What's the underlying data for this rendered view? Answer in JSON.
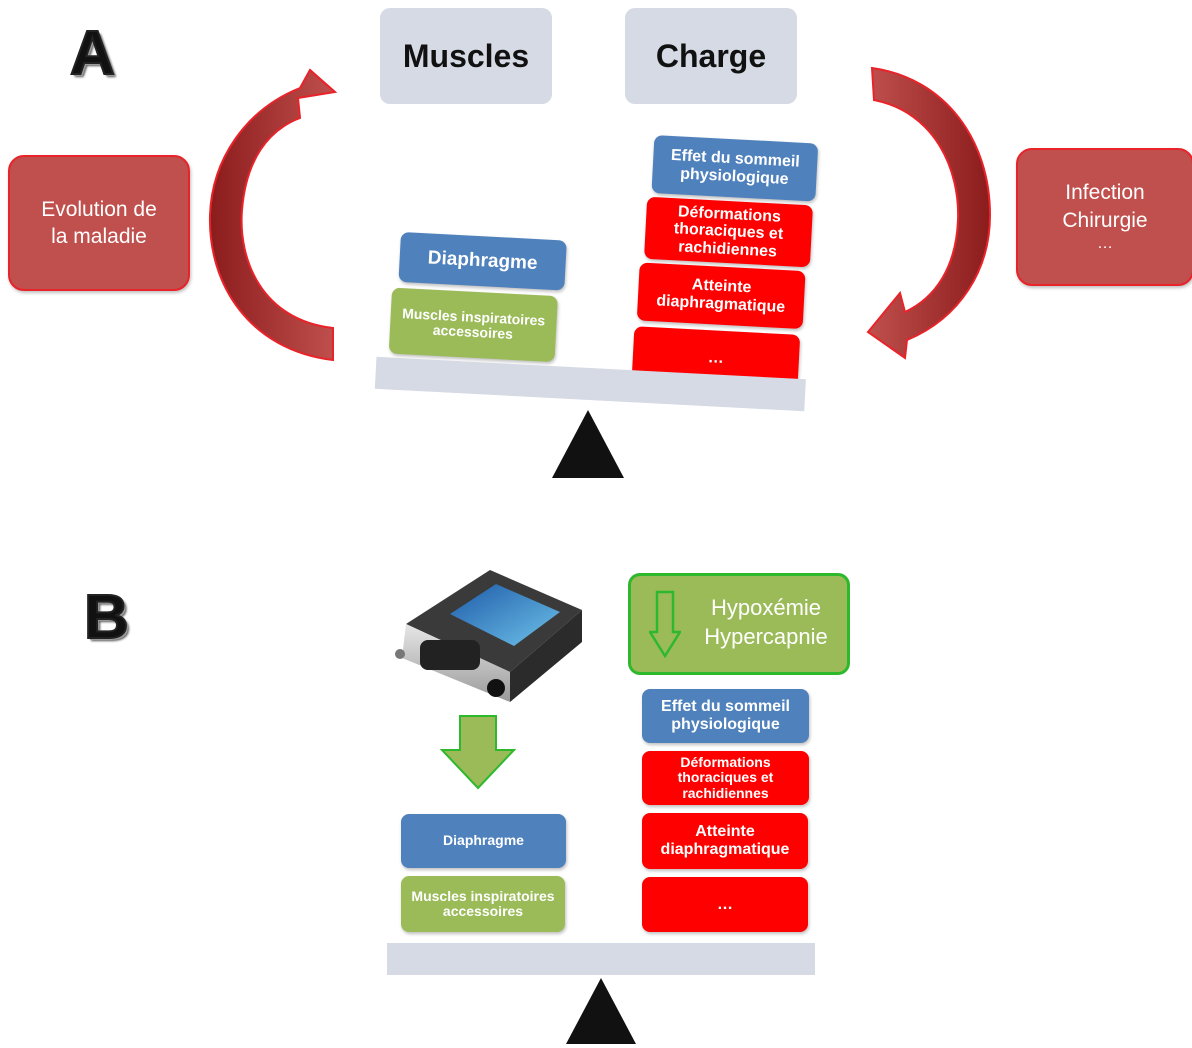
{
  "panel_a": {
    "letter": "A",
    "headers": {
      "left": "Muscles",
      "right": "Charge"
    },
    "left_factor": [
      "Evolution de",
      "la maladie"
    ],
    "right_factor": [
      "Infection",
      "Chirurgie",
      "…"
    ],
    "muscle_blocks": [
      {
        "label": "Diaphragme",
        "color": "#4f81bd"
      },
      {
        "label": "Muscles inspiratoires accessoires",
        "color": "#9bbb59"
      }
    ],
    "load_blocks": [
      {
        "label": "Effet du sommeil physiologique",
        "color": "#4f81bd"
      },
      {
        "label": "Déformations thoraciques et rachidiennes",
        "color": "#ff0000"
      },
      {
        "label": "Atteinte diaphragmatique",
        "color": "#ff0000"
      },
      {
        "label": "…",
        "color": "#ff0000"
      }
    ]
  },
  "panel_b": {
    "letter": "B",
    "outcome": [
      "Hypoxémie",
      "Hypercapnie"
    ],
    "muscle_blocks": [
      {
        "label": "Diaphragme",
        "color": "#4f81bd"
      },
      {
        "label": "Muscles inspiratoires accessoires",
        "color": "#9bbb59"
      }
    ],
    "load_blocks": [
      {
        "label": "Effet du sommeil physiologique",
        "color": "#4f81bd"
      },
      {
        "label": "Déformations thoraciques et rachidiennes",
        "color": "#ff0000"
      },
      {
        "label": "Atteinte diaphragmatique",
        "color": "#ff0000"
      },
      {
        "label": "…",
        "color": "#ff0000"
      }
    ]
  },
  "colors": {
    "factor_box": "#c0504d",
    "arrow_red": "#c0504d",
    "arrow_green": "#9bbb59",
    "beam": "#d6dae5",
    "fulcrum": "#111111"
  }
}
